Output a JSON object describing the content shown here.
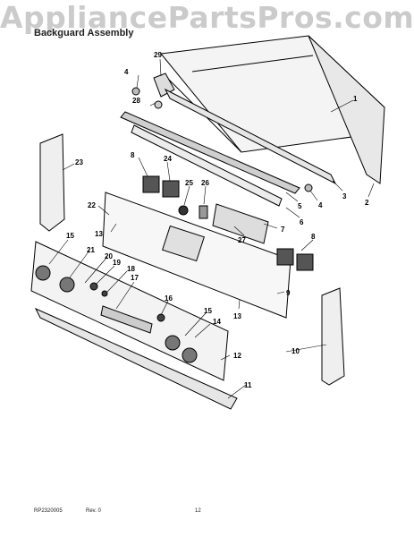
{
  "watermark": "AppliancePartsPros.com",
  "title": "Backguard Assembly",
  "footer": {
    "doc_id": "RP2320005",
    "revision": "Rev. 0",
    "page_number": "12"
  },
  "part_numbers": [
    "1",
    "2",
    "3",
    "4",
    "4",
    "5",
    "6",
    "7",
    "8",
    "8",
    "9",
    "10",
    "11",
    "12",
    "13",
    "13",
    "14",
    "15",
    "15",
    "16",
    "17",
    "18",
    "19",
    "20",
    "21",
    "22",
    "23",
    "24",
    "25",
    "26",
    "27",
    "28",
    "29"
  ]
}
